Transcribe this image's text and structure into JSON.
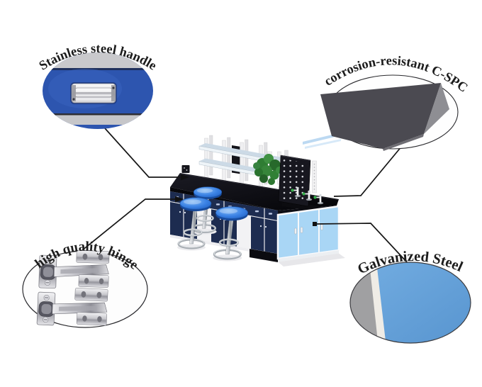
{
  "diagram": {
    "subject": "laboratory workbench features",
    "background": "#ffffff"
  },
  "callouts": [
    {
      "id": "stainless-steel-handle",
      "label": "Stainless steel handle"
    },
    {
      "id": "corrosion-resistant-cspc",
      "label": "corrosion-resistant C-SPC"
    },
    {
      "id": "high-quality-hinge",
      "label": "high quality hinge"
    },
    {
      "id": "galvanized-steel",
      "label": "Galvanized Steel"
    }
  ],
  "colors": {
    "drawer_blue": "#2d55af",
    "cspc_board_gray": "#4b4a51",
    "galvanized_blue": "#609fd8",
    "cabinet_navy": "#1d2c50",
    "cabinet_light_blue": "#a9d6f5",
    "countertop_black": "#0b0b10",
    "stool_blue": "#2f7fe0",
    "chrome_silver": "#c9ccd0",
    "callout_line": "#161616"
  }
}
